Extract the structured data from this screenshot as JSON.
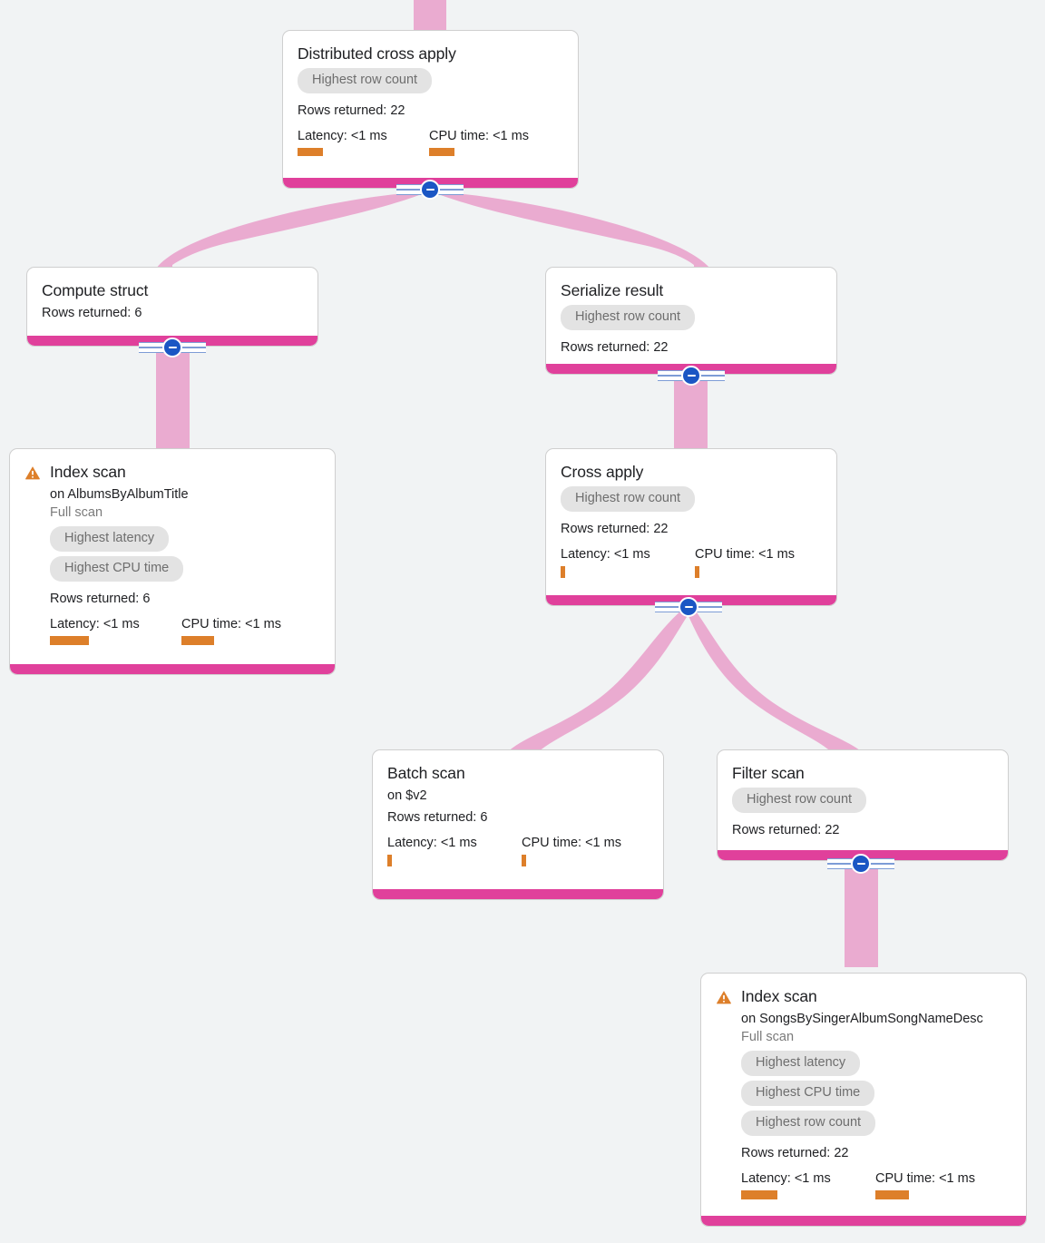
{
  "theme": {
    "background": "#f1f3f4",
    "node_bar": "#e0409b",
    "edge": "#eaabd0",
    "badge_bg": "#e3e3e3",
    "badge_text": "#6e6e6e",
    "metric_bar": "#dd7f2a",
    "warning": "#dd7f2a",
    "toggle": "#1a56c4"
  },
  "labels": {
    "rows_returned_prefix": "Rows returned: ",
    "latency_prefix": "Latency: ",
    "cpu_prefix": "CPU time: "
  },
  "nodes": [
    {
      "id": "distributed-cross-apply",
      "title": "Distributed cross apply",
      "badges": [
        "Highest row count"
      ],
      "rows": "Rows returned: 22",
      "latency": "Latency: <1 ms",
      "cpu": "CPU time: <1 ms",
      "warning": false,
      "collapsible": true
    },
    {
      "id": "compute-struct",
      "title": "Compute struct",
      "badges": [],
      "rows": "Rows returned: 6",
      "warning": false,
      "collapsible": true
    },
    {
      "id": "serialize-result",
      "title": "Serialize result",
      "badges": [
        "Highest row count"
      ],
      "rows": "Rows returned: 22",
      "warning": false,
      "collapsible": true
    },
    {
      "id": "index-scan-albums",
      "title": "Index scan",
      "on": "on AlbumsByAlbumTitle",
      "scan_type": "Full scan",
      "badges": [
        "Highest latency",
        "Highest CPU time"
      ],
      "rows": "Rows returned: 6",
      "latency": "Latency: <1 ms",
      "cpu": "CPU time: <1 ms",
      "warning": true,
      "collapsible": false
    },
    {
      "id": "cross-apply",
      "title": "Cross apply",
      "badges": [
        "Highest row count"
      ],
      "rows": "Rows returned: 22",
      "latency": "Latency: <1 ms",
      "cpu": "CPU time: <1 ms",
      "warning": false,
      "collapsible": true
    },
    {
      "id": "batch-scan",
      "title": "Batch scan",
      "on": "on $v2",
      "badges": [],
      "rows": "Rows returned: 6",
      "latency": "Latency: <1 ms",
      "cpu": "CPU time: <1 ms",
      "warning": false,
      "collapsible": false
    },
    {
      "id": "filter-scan",
      "title": "Filter scan",
      "badges": [
        "Highest row count"
      ],
      "rows": "Rows returned: 22",
      "warning": false,
      "collapsible": true
    },
    {
      "id": "index-scan-songs",
      "title": "Index scan",
      "on": "on SongsBySingerAlbumSongNameDesc",
      "scan_type": "Full scan",
      "badges": [
        "Highest latency",
        "Highest CPU time",
        "Highest row count"
      ],
      "rows": "Rows returned: 22",
      "latency": "Latency: <1 ms",
      "cpu": "CPU time: <1 ms",
      "warning": true,
      "collapsible": false
    }
  ]
}
